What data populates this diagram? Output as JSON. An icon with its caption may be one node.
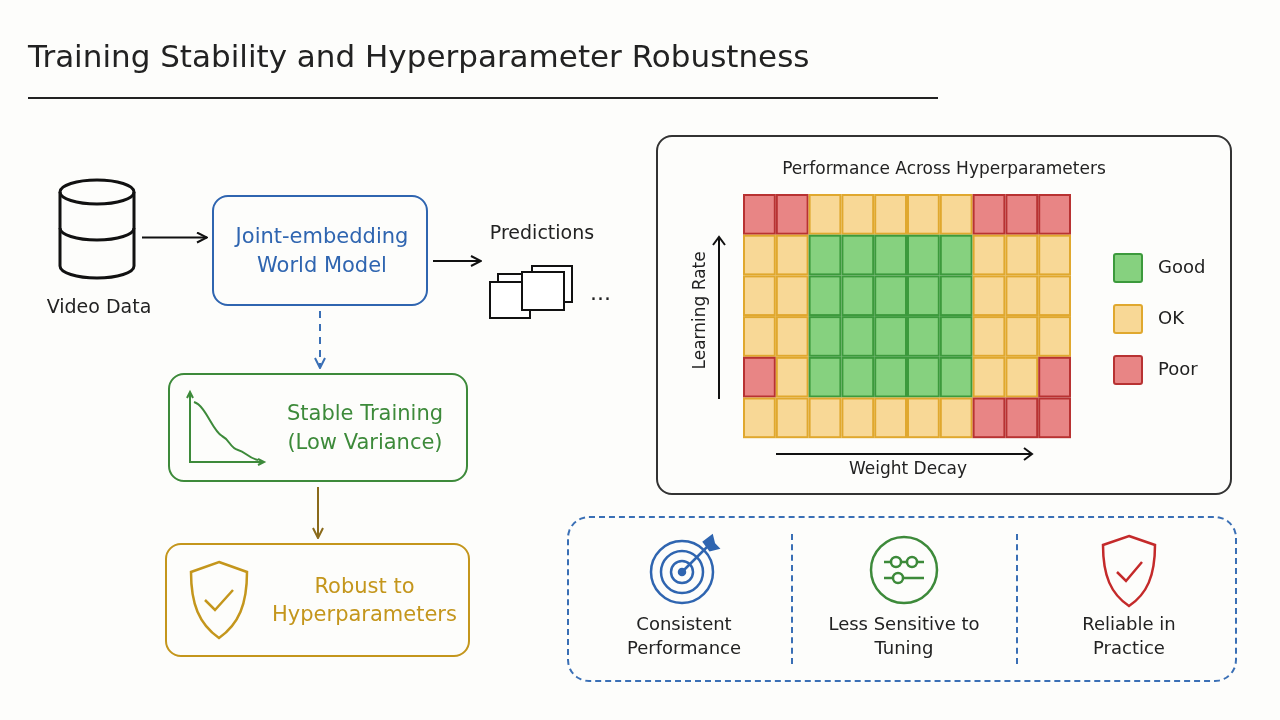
{
  "diagram": {
    "title": "Training Stability and Hyperparameter Robustness",
    "nodes": [
      {
        "text": [
          "Video Data"
        ]
      },
      {
        "text": [
          "Joint-embedding World Model"
        ]
      },
      {
        "text": [
          "Predictions"
        ],
        "beside": [
          "..."
        ]
      },
      {
        "text": [
          "Stable Training (Low Variance)"
        ]
      },
      {
        "text": [
          "Robust to Hyperparameters"
        ]
      },
      {
        "text": [
          "Performance Across Hyperparameters"
        ]
      },
      {
        "text": [],
        "shape": "box"
      },
      {
        "text": [
          "Consistent Performance"
        ],
        "in": 6
      },
      {
        "text": [
          "Less Sensitive to Tuning"
        ],
        "in": 6
      },
      {
        "text": [
          "Reliable in Practice"
        ],
        "in": 6
      }
    ],
    "edges": [
      {
        "from": 0,
        "to": 1,
        "arrow": "to"
      },
      {
        "from": 1,
        "to": 2,
        "arrow": "to"
      },
      {
        "from": 1,
        "to": 3,
        "arrow": "to",
        "style": "dashed",
        "color": "#3a6fb5"
      },
      {
        "from": 3,
        "to": 4,
        "arrow": "to",
        "color": "#8a6a1a"
      }
    ],
    "labels": [
      "Learning Rate",
      "Weight Decay"
    ],
    "legend": [
      {
        "text": "Good",
        "color": "#86d17f"
      },
      {
        "text": "OK",
        "color": "#f8d896"
      },
      {
        "text": "Poor",
        "color": "#e88585"
      }
    ]
  }
}
